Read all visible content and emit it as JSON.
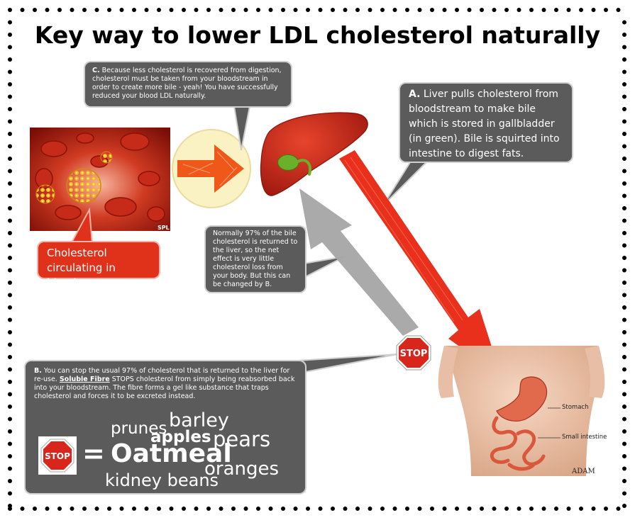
{
  "title": "Key way to lower LDL cholesterol naturally",
  "bubble_c": {
    "letter": "C.",
    "text": " Because less cholesterol is recovered from digestion, cholesterol must be taken from your bloodstream in order to create more bile - yeah!  You have successfully reduced your blood LDL naturally."
  },
  "bubble_a": {
    "letter": "A.",
    "text": " Liver pulls cholesterol from bloodstream to make bile which is stored in gallbladder (in green). Bile is squirted into intestine to digest fats."
  },
  "bubble_normal": {
    "text": "Normally 97% of the bile cholesterol is returned to the liver, so the net effect is very little cholesterol loss from your body. But this can be changed by B."
  },
  "bubble_cholesterol": {
    "text": "Cholesterol circulating in blood."
  },
  "bubble_b": {
    "letter": "B.",
    "text_1": " You can stop the usual 97% of cholesterol that is returned to the liver for re-use. ",
    "highlight": "Soluble Fibre",
    "text_2": " STOPS cholesterol from simply being reabsorbed back into your bloodstream. The fibre forms a gel like substance that traps cholesterol and  forces it to be excreted instead."
  },
  "stop_sign": {
    "text": "STOP"
  },
  "word_cloud": {
    "equals": "=",
    "oatmeal": "Oatmeal",
    "prunes": "prunes",
    "barley": "barley",
    "apples": "apples",
    "pears": "pears",
    "oranges": "oranges",
    "kidney_beans": "kidney beans"
  },
  "anatomy_labels": {
    "stomach": "Stomach",
    "small_intestine": "Small intestine"
  },
  "credits": {
    "spl": "SPL",
    "adam": "ADAM"
  },
  "colors": {
    "bubble_gray": "#5b5b5b",
    "accent_red": "#e0311a",
    "stop_red": "#d9261c",
    "liver": "#c8281a",
    "gallbladder": "#6ab02a",
    "pale_yellow": "#fbf2c4"
  }
}
